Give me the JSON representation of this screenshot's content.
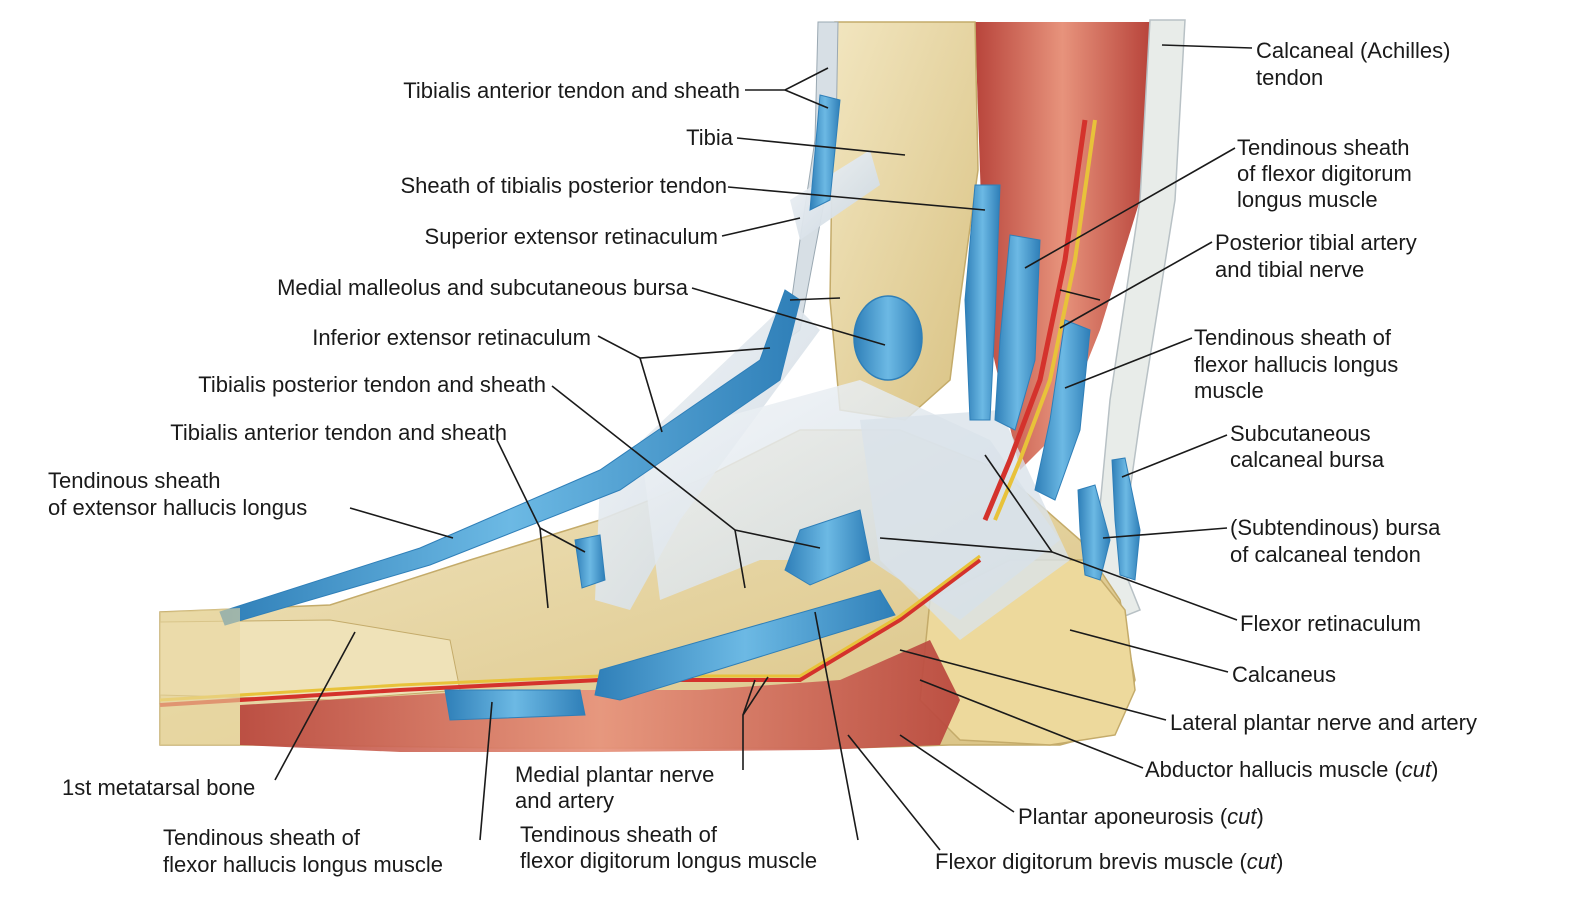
{
  "labels": {
    "tib_ant_top": "Tibialis anterior tendon and sheath",
    "tibia": "Tibia",
    "sheath_tib_post": "Sheath of tibialis posterior tendon",
    "sup_ext_ret": "Superior extensor retinaculum",
    "med_mall": "Medial malleolus and subcutaneous bursa",
    "inf_ext_ret": "Inferior extensor retinaculum",
    "tib_post_sheath": "Tibialis posterior tendon and sheath",
    "tib_ant_low": "Tibialis anterior tendon and sheath",
    "ext_hal_1": "Tendinous sheath",
    "ext_hal_2": "of extensor hallucis longus",
    "first_meta": "1st metatarsal bone",
    "fhl_bottom_1": "Tendinous sheath of",
    "fhl_bottom_2": "flexor hallucis longus muscle",
    "med_plantar_1": "Medial plantar nerve",
    "med_plantar_2": "and artery",
    "fdl_bottom_1": "Tendinous sheath of",
    "fdl_bottom_2": "flexor digitorum longus muscle",
    "achilles_1": "Calcaneal (Achilles)",
    "achilles_2": "tendon",
    "fdl_right_1": "Tendinous sheath",
    "fdl_right_2": "of flexor digitorum",
    "fdl_right_3": "longus muscle",
    "post_tib_1": "Posterior tibial artery",
    "post_tib_2": "and tibial nerve",
    "fhl_right_1": "Tendinous sheath of",
    "fhl_right_2": "flexor hallucis longus",
    "fhl_right_3": "muscle",
    "subcut_calc_1": "Subcutaneous",
    "subcut_calc_2": "calcaneal bursa",
    "subtend_1": "(Subtendinous) bursa",
    "subtend_2": "of calcaneal tendon",
    "flexor_ret": "Flexor retinaculum",
    "calcaneus": "Calcaneus",
    "lat_plantar": "Lateral plantar nerve and artery",
    "abd_hal": "Abductor hallucis muscle",
    "abd_hal_cut": "cut",
    "plantar_apo": "Plantar aponeurosis",
    "plantar_apo_cut": "cut",
    "fdb": "Flexor digitorum brevis muscle",
    "fdb_cut": "cut",
    "paren_open": "(",
    "paren_close": ")"
  },
  "colors": {
    "bone": "#e9d9a8",
    "bone_shade": "#d8c185",
    "tendon_sheath": "#5aa8d8",
    "tendon_sheath_dark": "#2f7fb8",
    "retinaculum": "#dfe7ef",
    "muscle": "#c9564a",
    "muscle_light": "#e59a84",
    "artery": "#d4322c",
    "nerve": "#e8c23a",
    "tendon": "#eef0ee"
  }
}
